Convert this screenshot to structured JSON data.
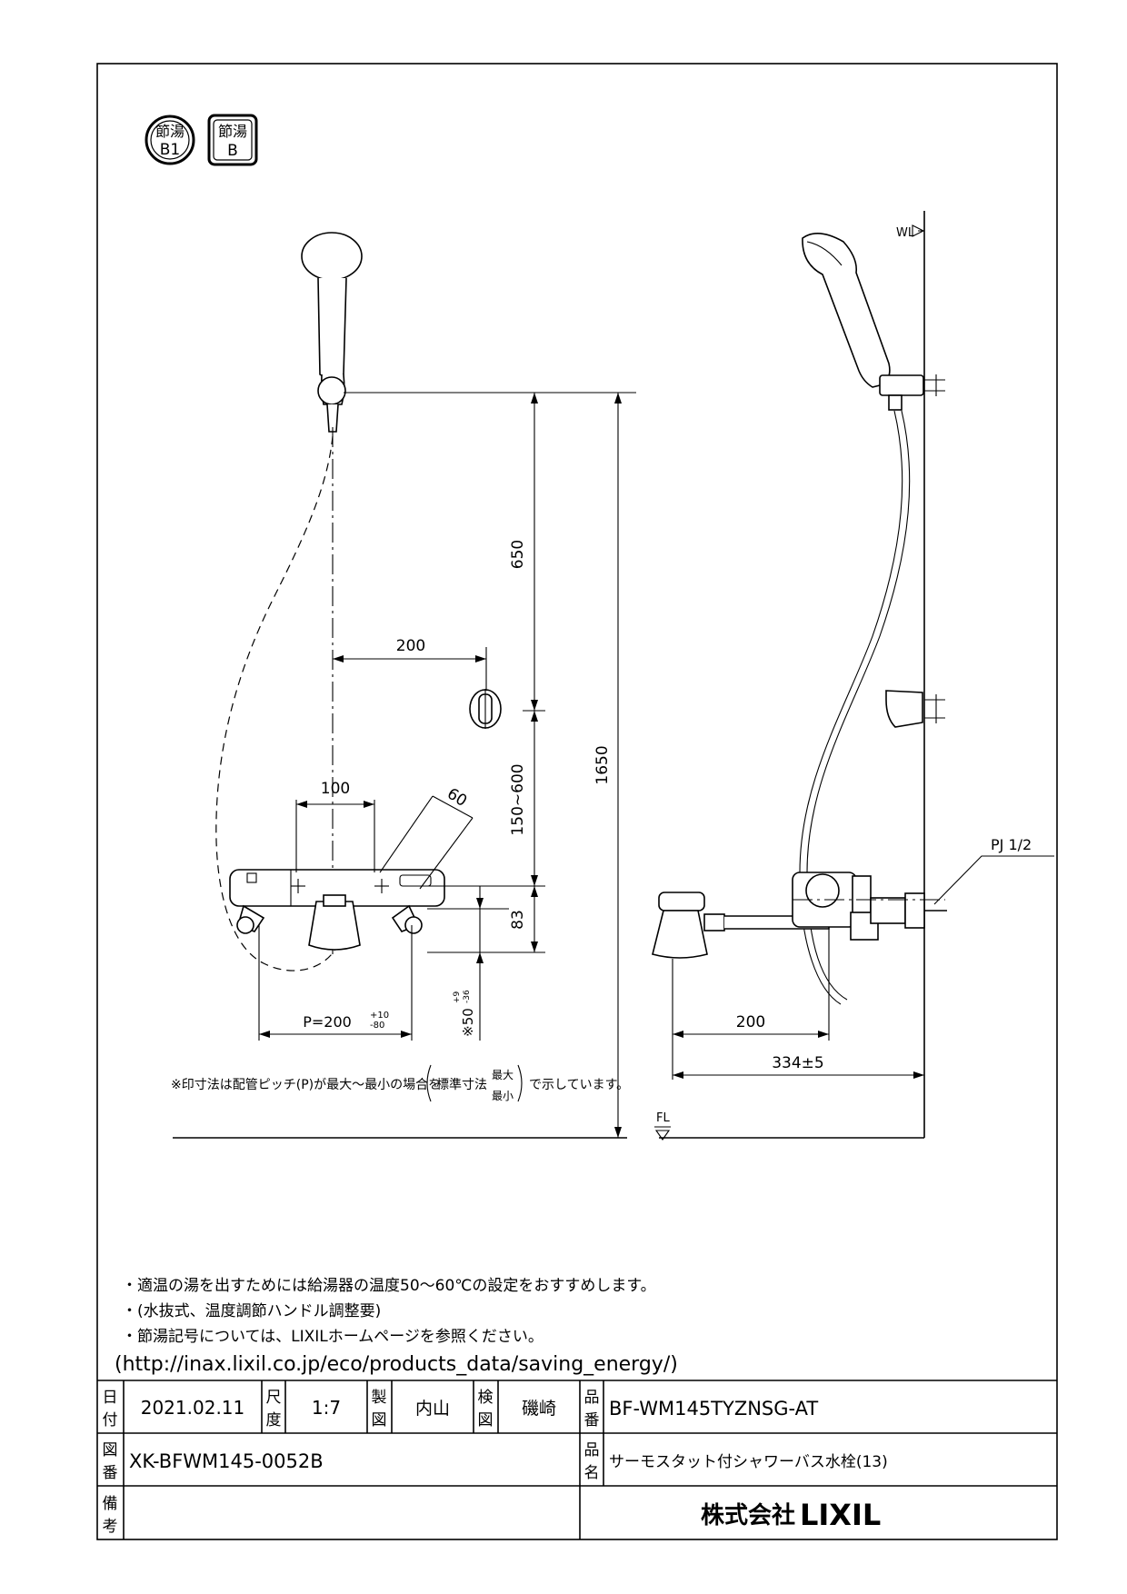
{
  "badges": [
    {
      "top": "節湯",
      "bottom": "B1"
    },
    {
      "top": "節湯",
      "bottom": "B"
    }
  ],
  "dimensions": {
    "d650": "650",
    "d200_top": "200",
    "d150_600": "150~600",
    "d1650": "1650",
    "d100": "100",
    "d60": "60",
    "d83": "83",
    "pitch": "P=200",
    "pitch_tol_plus": "+10",
    "pitch_tol_minus": "-80",
    "d50": "※50",
    "d50_tol_plus": "+9",
    "d50_tol_minus": "-36",
    "d200_side": "200",
    "d334": "334±5",
    "pj": "PJ 1/2",
    "wl": "WL",
    "fl": "FL"
  },
  "footnote": {
    "prefix": "※印寸法は配管ピッチ(P)が最大～最小の場合を",
    "std": "標準寸法",
    "max": "最大",
    "min": "最小",
    "suffix": "で示しています。"
  },
  "notes": [
    "・適温の湯を出すためには給湯器の温度50～60℃の設定をおすすめします。",
    "・(水抜式、温度調節ハンドル調整要)",
    "・節湯記号については、LIXILホームページを参照ください。",
    "(http://inax.lixil.co.jp/eco/products_data/saving_energy/)"
  ],
  "title_block": {
    "date_label_1": "日",
    "date_label_2": "付",
    "date": "2021.02.11",
    "scale_label_1": "尺",
    "scale_label_2": "度",
    "scale": "1:7",
    "drawn_label_1": "製",
    "drawn_label_2": "図",
    "drawn_by": "内山",
    "checked_label_1": "検",
    "checked_label_2": "図",
    "checked_by": "磯崎",
    "part_label_1": "品",
    "part_label_2": "番",
    "part_no": "BF-WM145TYZNSG-AT",
    "drawing_label_1": "図",
    "drawing_label_2": "番",
    "drawing_no": "XK-BFWM145-0052B",
    "name_label_1": "品",
    "name_label_2": "名",
    "product_name": "サーモスタット付シャワーバス水栓(13)",
    "remarks_label_1": "備",
    "remarks_label_2": "考",
    "company": "株式会社",
    "company_brand": "LIXIL"
  }
}
